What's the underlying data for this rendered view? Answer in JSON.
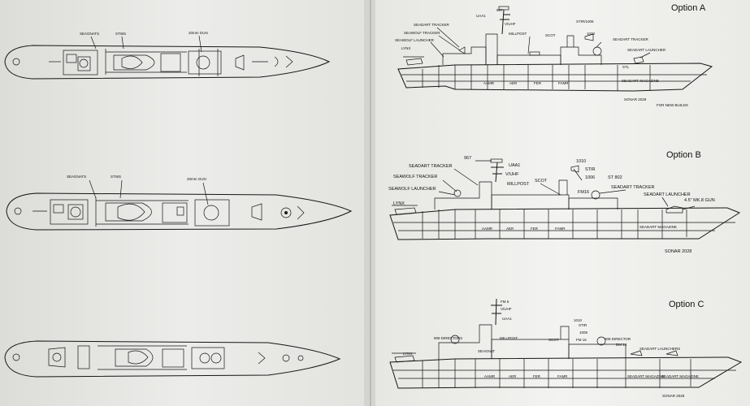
{
  "options": {
    "a": "Option A",
    "b": "Option B",
    "c": "Option C"
  },
  "plan_labels": {
    "seagnats": "SEAGNATS",
    "stws": "STWS",
    "gun": "20mm GUN"
  },
  "opt_a": {
    "t967": "967",
    "uaa1": "UAA1",
    "vuhf": "V/UHF",
    "seadart_tracker": "SEADART TRACKER",
    "seawolf_tracker": "SEAWOLF TRACKER",
    "seawolf_launcher": "SEAWOLF LAUNCHER",
    "millpost": "MILLPOST",
    "scot": "SCOT",
    "stir": "STIR/1006",
    "t1030": "1030",
    "seadart_tracker2": "SEADART TRACKER",
    "seadart_launcher": "SEADART LAUNCHER",
    "lynx": "LYNX",
    "stl": "STL",
    "aamr": "AAMR",
    "aer": "AER",
    "fer": "FER",
    "famr": "FAMR",
    "seadart_magazine": "SEADART MAGAZINE",
    "sonar": "SONAR 2028",
    "for_new_builds": "FOR NEW BUILDS"
  },
  "opt_b": {
    "t967": "967",
    "uaa1": "UAA1",
    "vuhf": "V/UHF",
    "seadart_tracker": "SEADART TRACKER",
    "seawolf_tracker": "SEAWOLF TRACKER",
    "seawolf_launcher": "SEAWOLF LAUNCHER",
    "millpost": "MILLPOST",
    "scot": "SCOT",
    "t1010": "1010",
    "stir": "STIR",
    "t1006": "1006",
    "st802": "ST 802",
    "fm16": "FM16",
    "seadart_tracker2": "SEADART TRACKER",
    "seadart_launcher": "SEADART LAUNCHER",
    "gun": "4.5\" MK.8 GUN",
    "lynx": "LYNX",
    "aamr": "AAMR",
    "aer": "AER",
    "fer": "FER",
    "famr": "FAMR",
    "seadart_magazine": "SEADART MAGAZINE",
    "sonar": "SONAR 2028"
  },
  "opt_c": {
    "fm5": "FM 5",
    "vuhf": "V/UHF",
    "uaa1": "UAA1",
    "directors_909": "909 DIRECTORS",
    "millpost": "MILLPOST",
    "seagnat": "SEAGNAT",
    "scot": "SCOT",
    "t1010": "1010",
    "stir": "STIR",
    "t1006": "1006",
    "fm16": "FM 16",
    "director_909": "909 DIRECTOR",
    "dm14": "DM 14",
    "seadart_launchers": "SEADART LAUNCHERS",
    "lynx": "LYNX",
    "aamr": "AAMR",
    "aer": "AER",
    "fer": "FER",
    "famr": "FAMR",
    "seadart_magazine1": "SEADART MAGAZINE",
    "seadart_magazine2": "SEADART MAGAZINE",
    "sonar": "SONAR 2028"
  },
  "colors": {
    "page_left": "#e9e9e6",
    "page_right": "#f1f1ee",
    "ink": "#151515",
    "background": "#8f8f8f"
  }
}
